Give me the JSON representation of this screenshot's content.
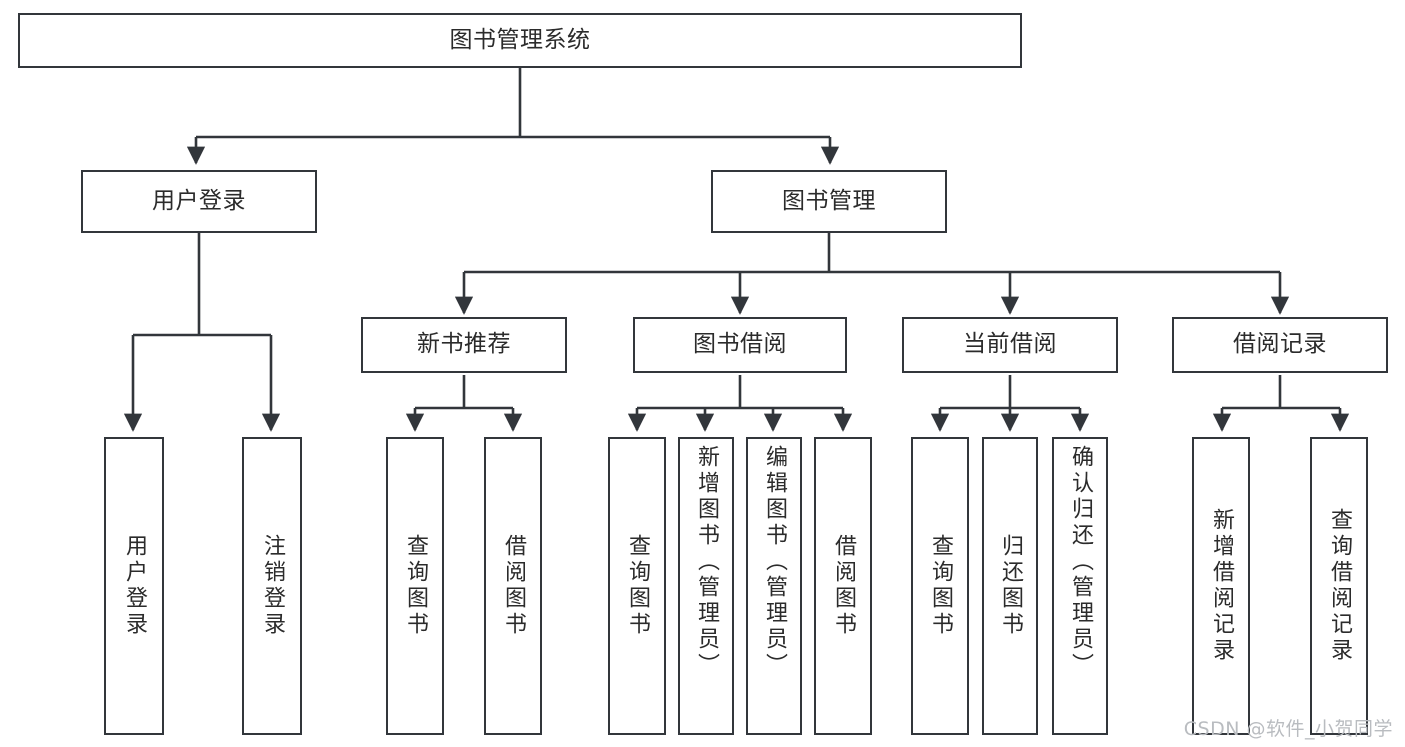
{
  "diagram": {
    "type": "tree",
    "title": "图书管理系统",
    "watermark": "CSDN @软件_小贺同学",
    "colors": {
      "box_border": "#32363b",
      "box_fill": "#ffffff",
      "line": "#32363b",
      "text": "#2b2b2b",
      "watermark": "#b9bcc0",
      "background": "#ffffff"
    },
    "root": {
      "label": "图书管理系统"
    },
    "level2": [
      {
        "label": "用户登录"
      },
      {
        "label": "图书管理"
      }
    ],
    "level3": [
      {
        "label": "新书推荐"
      },
      {
        "label": "图书借阅"
      },
      {
        "label": "当前借阅"
      },
      {
        "label": "借阅记录"
      }
    ],
    "leaves": {
      "user_login": [
        {
          "label": "用户登录"
        },
        {
          "label": "注销登录"
        }
      ],
      "new_book_recommend": [
        {
          "label": "查询图书"
        },
        {
          "label": "借阅图书"
        }
      ],
      "book_borrow": [
        {
          "label": "查询图书"
        },
        {
          "label": "新增图书（管理员）"
        },
        {
          "label": "编辑图书（管理员）"
        },
        {
          "label": "借阅图书"
        }
      ],
      "current_borrow": [
        {
          "label": "查询图书"
        },
        {
          "label": "归还图书"
        },
        {
          "label": "确认归还（管理员）"
        }
      ],
      "borrow_record": [
        {
          "label": "新增借阅记录"
        },
        {
          "label": "查询借阅记录"
        }
      ]
    }
  }
}
